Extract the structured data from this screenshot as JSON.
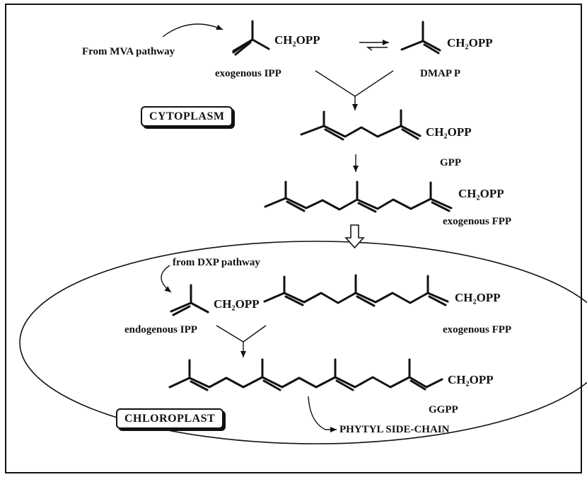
{
  "labels": {
    "from_mva": "From MVA pathway",
    "exo_ipp_group": "CH₂OPP",
    "exo_ipp_name": "exogenous IPP",
    "dmapp_group": "CH₂OPP",
    "dmapp_name": "DMAP P",
    "cytoplasm": "CYTOPLASM",
    "gpp_group": "CH₂OPP",
    "gpp_name": "GPP",
    "fpp1_group": "CH₂OPP",
    "fpp1_name": "exogenous FPP",
    "from_dxp": "from DXP pathway",
    "endo_ipp_group": "CH₂OPP",
    "endo_ipp_name": "endogenous IPP",
    "fpp2_group": "CH₂OPP",
    "fpp2_name": "exogenous FPP",
    "ggpp_group": "CH₂OPP",
    "ggpp_name": "GGPP",
    "chloroplast": "CHLOROPLAST",
    "phytyl": "PHYTYL SIDE-CHAIN"
  }
}
